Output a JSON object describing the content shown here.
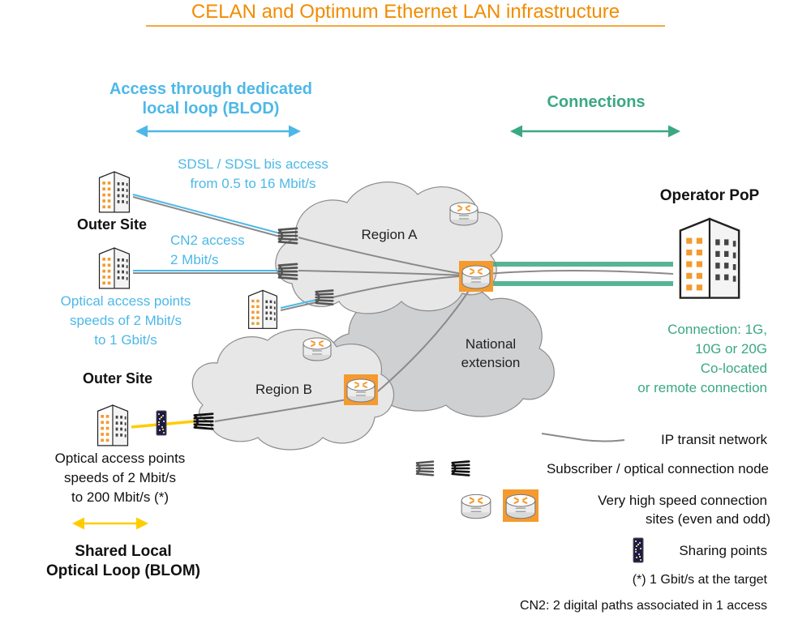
{
  "title": "CELAN and Optimum Ethernet LAN infrastructure",
  "colors": {
    "title": "#f28c00",
    "blod": "#4db8e8",
    "connections": "#3aa883",
    "blom": "#ffcc00",
    "cloud_light": "#e7e7e8",
    "cloud_dark": "#cfd0d2",
    "cloud_stroke": "#8c8c8c",
    "building": "#f49a2e",
    "line": "#8a8a8a"
  },
  "headers": {
    "blod_line1": "Access through dedicated",
    "blod_line2": "local loop (BLOD)",
    "connections": "Connections"
  },
  "labels": {
    "sdsl_line1": "SDSL / SDSL bis access",
    "sdsl_line2": "from 0.5 to 16 Mbit/s",
    "outer_site_top": "Outer Site",
    "cn2_line1": "CN2 access",
    "cn2_line2": "2 Mbit/s",
    "optical_top_line1": "Optical access points",
    "optical_top_line2": "speeds of 2 Mbit/s",
    "optical_top_line3": "to 1 Gbit/s",
    "outer_site_bottom": "Outer Site",
    "optical_bottom_line1": "Optical access points",
    "optical_bottom_line2": "speeds of 2 Mbit/s",
    "optical_bottom_line3": "to 200 Mbit/s (*)",
    "blom_line1": "Shared Local",
    "blom_line2": "Optical Loop (BLOM)",
    "region_a": "Region A",
    "region_b": "Region B",
    "national_line1": "National",
    "national_line2": "extension",
    "operator_pop": "Operator PoP",
    "conn_line1": "Connection: 1G,",
    "conn_line2": "10G or 20G",
    "conn_line3": "Co-located",
    "conn_line4": "or remote connection"
  },
  "legend": {
    "ip_transit": "IP transit network",
    "subscriber_node": "Subscriber / optical connection node",
    "vhs_line1": "Very high speed connection",
    "vhs_line2": "sites (even and odd)",
    "sharing_points": "Sharing points",
    "footnote": "(*) 1 Gbit/s at the target",
    "cn2_note": "CN2: 2 digital paths associated in 1 access"
  },
  "icons": {
    "building": "office-building-icon",
    "node": "optical-connection-node-icon",
    "router": "router-icon",
    "sharing": "sharing-point-icon"
  }
}
